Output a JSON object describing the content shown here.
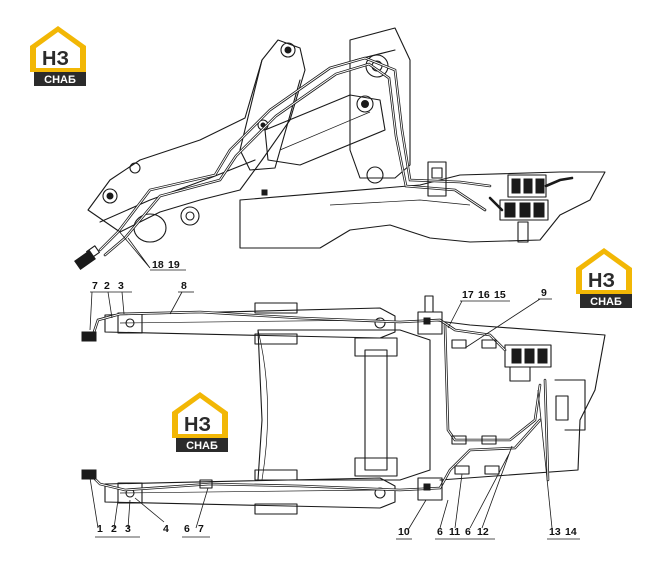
{
  "logos": [
    {
      "mark": "НЗ",
      "caption": "СНАБ",
      "accent": "#f2b705",
      "dark": "#2b2b2b"
    },
    {
      "mark": "НЗ",
      "caption": "СНАБ",
      "accent": "#f2b705",
      "dark": "#2b2b2b"
    },
    {
      "mark": "НЗ",
      "caption": "СНАБ",
      "accent": "#f2b705",
      "dark": "#2b2b2b"
    }
  ],
  "callouts": {
    "side_view": [
      "18",
      "19"
    ],
    "top_upper_left": [
      "7",
      "2",
      "3"
    ],
    "top_upper_mid": [
      "8"
    ],
    "top_upper_right": [
      "17",
      "16",
      "15"
    ],
    "top_upper_far": [
      "9"
    ],
    "bottom_left": [
      "1",
      "2",
      "3"
    ],
    "bottom_4": [
      "4"
    ],
    "bottom_67": [
      "6",
      "7"
    ],
    "bottom_10": [
      "10"
    ],
    "bottom_mid": [
      "6",
      "11",
      "6",
      "12"
    ],
    "bottom_right": [
      "13",
      "14"
    ]
  }
}
